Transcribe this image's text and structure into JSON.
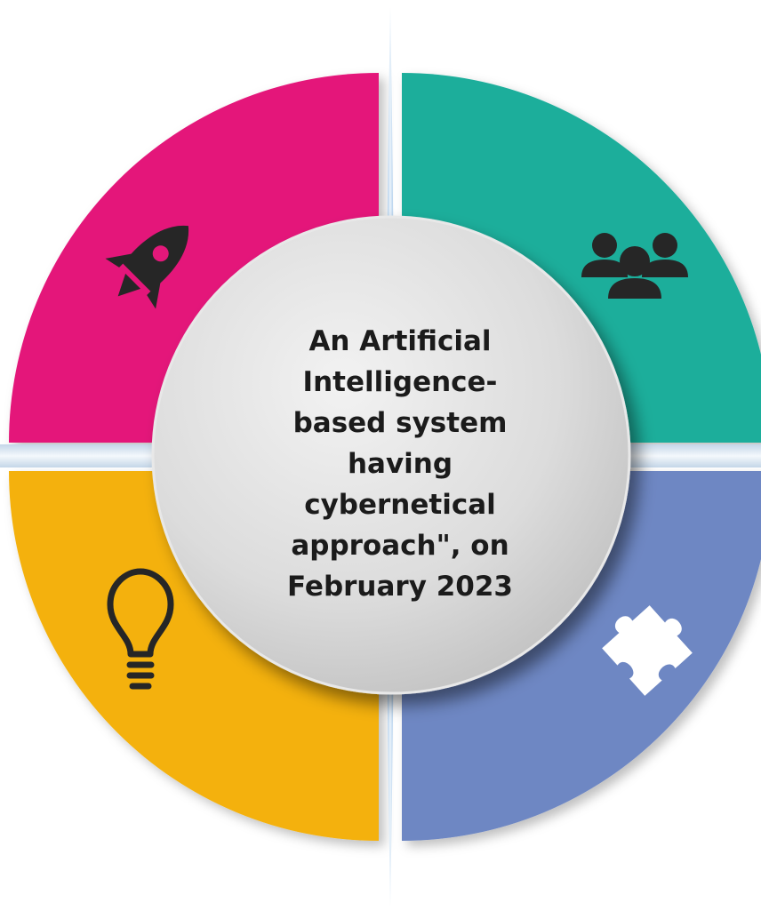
{
  "center_text": {
    "lines": [
      "An Artificial",
      "Intelligence-",
      "based system",
      "having",
      "cybernetical",
      "approach\", on",
      "February 2023"
    ]
  },
  "quadrants": [
    {
      "position": "top-left",
      "color": "#E4187A",
      "icon": "rocket-icon"
    },
    {
      "position": "top-right",
      "color": "#1FAE9B",
      "icon": "people-group-icon"
    },
    {
      "position": "bottom-left",
      "color": "#F4B10E",
      "icon": "lightbulb-icon"
    },
    {
      "position": "bottom-right",
      "color": "#6E87C3",
      "icon": "puzzle-piece-icon"
    }
  ],
  "colors": {
    "center_disc": "#D9D9D9",
    "divider": "#D6E4F0",
    "icon_dark": "#262626",
    "icon_light": "#FFFFFF"
  }
}
